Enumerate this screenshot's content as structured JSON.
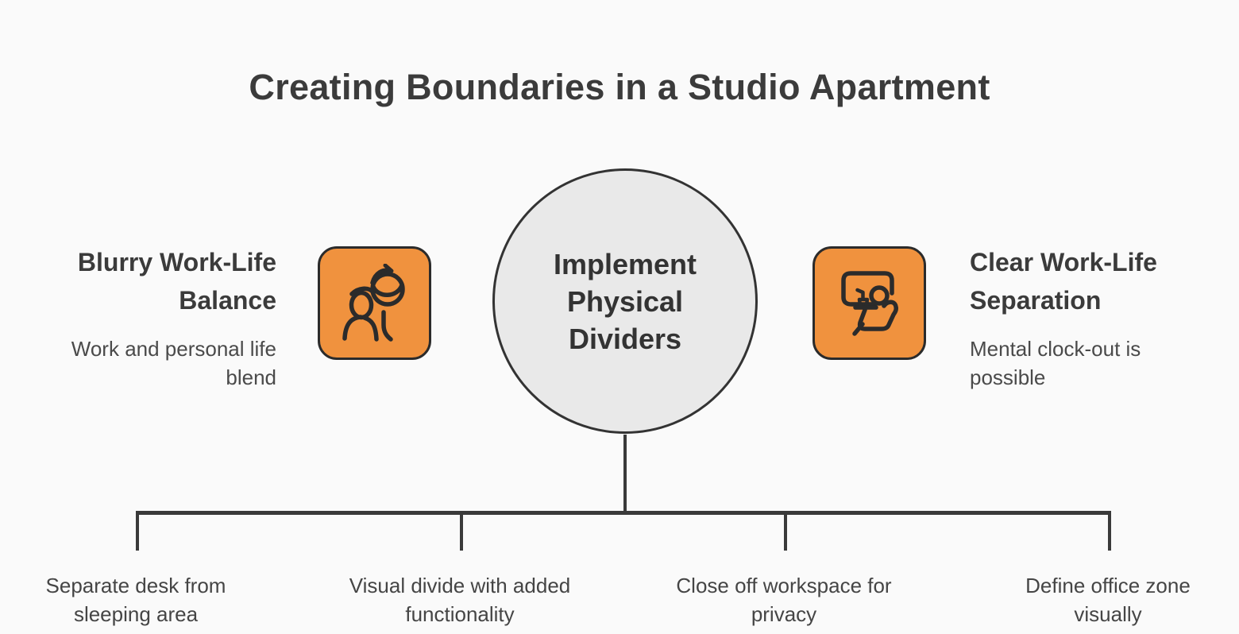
{
  "title": "Creating Boundaries in a Studio Apartment",
  "center_node": {
    "label": "Implement Physical Dividers",
    "lines": [
      "Implement",
      "Physical",
      "Dividers"
    ]
  },
  "left_side": {
    "heading": "Blurry Work-Life Balance",
    "heading_lines": [
      "Blurry Work-Life",
      "Balance"
    ],
    "description": "Work and personal life blend",
    "description_lines": [
      "Work and personal life",
      "blend"
    ],
    "icon": "person-with-rotating-globe-icon"
  },
  "right_side": {
    "heading": "Clear Work-Life Separation",
    "heading_lines": [
      "Clear Work-Life",
      "Separation"
    ],
    "description": "Mental clock-out is possible",
    "description_lines": [
      "Mental clock-out is",
      "possible"
    ],
    "icon": "person-relaxing-at-desk-icon"
  },
  "branches": [
    {
      "label": "Separate desk from sleeping area",
      "lines": [
        "Separate desk from",
        "sleeping area"
      ]
    },
    {
      "label": "Visual divide with added functionality",
      "lines": [
        "Visual divide with added",
        "functionality"
      ]
    },
    {
      "label": "Close off workspace for privacy",
      "lines": [
        "Close off workspace for",
        "privacy"
      ]
    },
    {
      "label": "Define office zone visually",
      "lines": [
        "Define office zone",
        "visually"
      ]
    }
  ],
  "colors": {
    "background": "#FAFAFA",
    "accent_orange": "#F0923E",
    "circle_fill": "#E9E9E9",
    "stroke_dark": "#2B2B2B",
    "connector_line": "#3A3A3A",
    "text_primary": "#3B3B3B",
    "text_secondary": "#4A4A4A"
  }
}
